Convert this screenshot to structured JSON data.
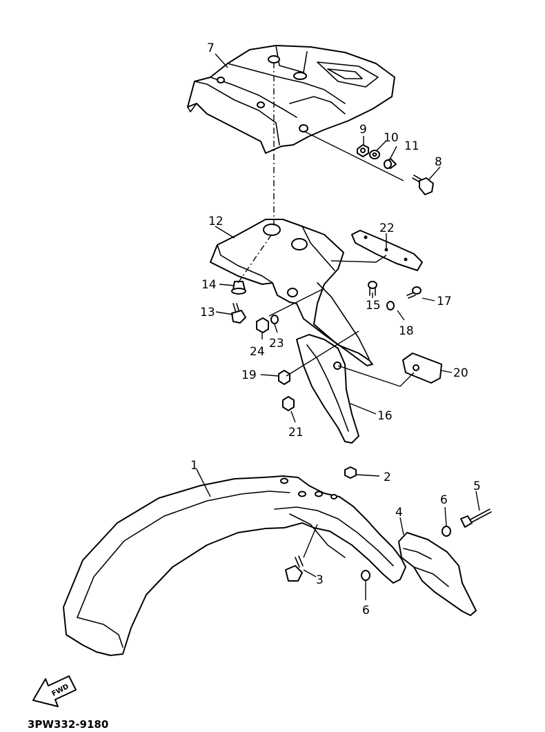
{
  "diagram": {
    "part_numbers": [
      "1",
      "2",
      "3",
      "4",
      "5",
      "6",
      "6",
      "7",
      "8",
      "9",
      "10",
      "11",
      "12",
      "13",
      "14",
      "15",
      "16",
      "17",
      "18",
      "19",
      "20",
      "21",
      "22",
      "23",
      "24"
    ],
    "fwd_label": "FWD",
    "drawing_code": "3PW332-9180"
  }
}
